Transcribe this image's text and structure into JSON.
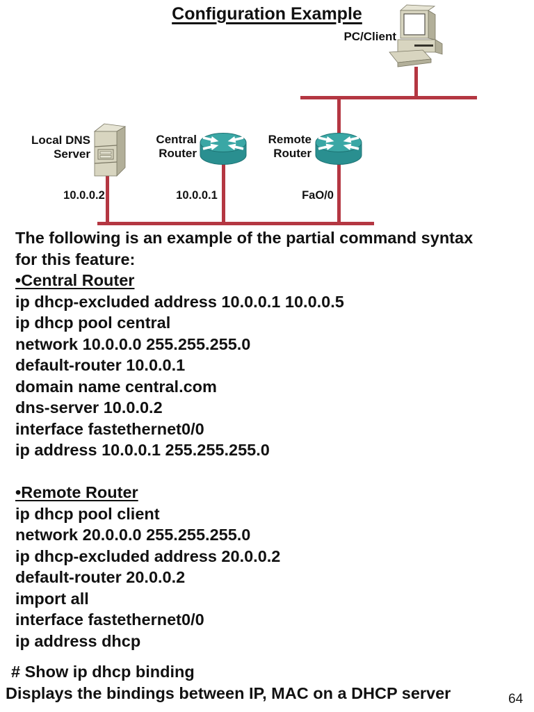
{
  "slide": {
    "title": "Configuration Example",
    "page_number": "64"
  },
  "diagram": {
    "pc_label": "PC/Client",
    "dns_label": [
      "Local DNS",
      "Server"
    ],
    "central_label": [
      "Central",
      "Router"
    ],
    "remote_label": [
      "Remote",
      "Router"
    ],
    "dns_ip": "10.0.0.2",
    "central_ip": "10.0.0.1",
    "remote_interface": "FaO/0",
    "icons": [
      "pc-icon",
      "server-icon",
      "router-icon",
      "router-icon"
    ]
  },
  "config_lines": [
    {
      "text": "The following is an example of the partial command syntax",
      "style": "plain"
    },
    {
      "text": "for this feature:",
      "style": "plain"
    },
    {
      "text": "•Central Router",
      "style": "underline"
    },
    {
      "text": "ip dhcp-excluded address 10.0.0.1 10.0.0.5",
      "style": "plain"
    },
    {
      "text": "ip dhcp pool central",
      "style": "plain"
    },
    {
      "text": "network 10.0.0.0 255.255.255.0",
      "style": "plain"
    },
    {
      "text": "default-router 10.0.0.1",
      "style": "plain"
    },
    {
      "text": "domain name central.com",
      "style": "plain"
    },
    {
      "text": "dns-server 10.0.0.2",
      "style": "plain"
    },
    {
      "text": "interface fastethernet0/0",
      "style": "plain"
    },
    {
      "text": "ip address 10.0.0.1 255.255.255.0",
      "style": "plain"
    },
    {
      "text": "",
      "style": "blank"
    },
    {
      "text": "•Remote Router",
      "style": "underline"
    },
    {
      "text": "ip dhcp pool client",
      "style": "plain"
    },
    {
      "text": "network 20.0.0.0 255.255.255.0",
      "style": "plain"
    },
    {
      "text": "ip dhcp-excluded address 20.0.0.2",
      "style": "plain"
    },
    {
      "text": "default-router 20.0.0.2",
      "style": "plain"
    },
    {
      "text": "import all",
      "style": "plain"
    },
    {
      "text": "interface fastethernet0/0",
      "style": "plain"
    },
    {
      "text": "ip address dhcp",
      "style": "plain"
    }
  ],
  "footer": {
    "line1": "# Show ip dhcp binding",
    "line2": "Displays the bindings between IP, MAC on a DHCP server"
  },
  "colors": {
    "link_red": "#b43742",
    "router_teal": "#2a8f90",
    "router_teal_top": "#3aa7a5",
    "device_beige": "#d8d5c0",
    "text": "#111111"
  }
}
